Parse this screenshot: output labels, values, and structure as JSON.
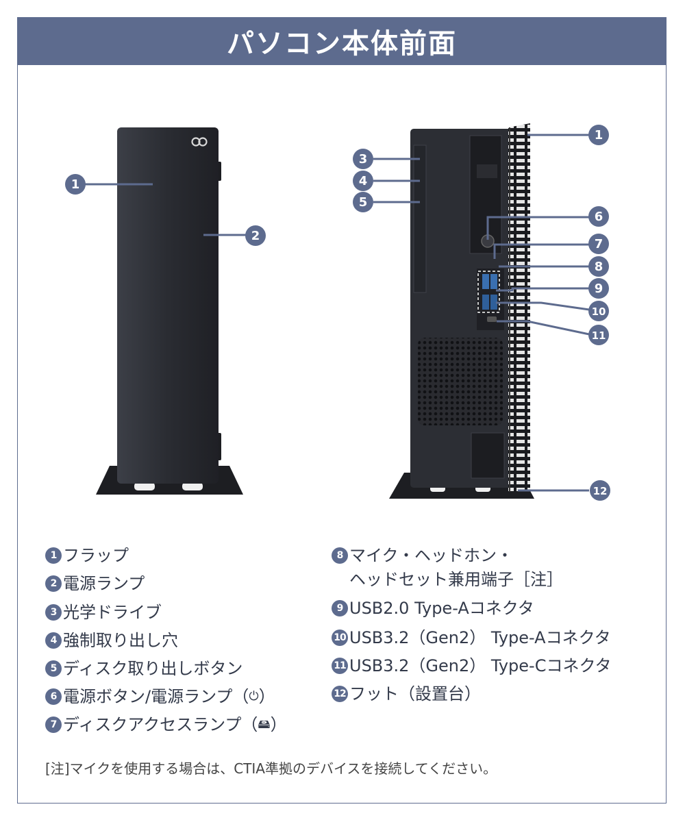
{
  "title": "パソコン本体前面",
  "callouts": {
    "front": [
      "1",
      "2"
    ],
    "side": [
      "3",
      "4",
      "5",
      "6",
      "7",
      "8",
      "9",
      "10",
      "11",
      "12",
      "1"
    ]
  },
  "legend_left": [
    {
      "num": "1",
      "text": "フラップ"
    },
    {
      "num": "2",
      "text": "電源ランプ"
    },
    {
      "num": "3",
      "text": "光学ドライブ"
    },
    {
      "num": "4",
      "text": "強制取り出し穴"
    },
    {
      "num": "5",
      "text": "ディスク取り出しボタン"
    },
    {
      "num": "6",
      "text": "電源ボタン/電源ランプ（",
      "symbol": "⏻",
      "close": "）"
    },
    {
      "num": "7",
      "text": "ディスクアクセスランプ（",
      "symbol": "🖴",
      "close": "）"
    }
  ],
  "legend_right": [
    {
      "num": "8",
      "text": "マイク・ヘッドホン・",
      "cont": "ヘッドセット兼用端子［注］"
    },
    {
      "num": "9",
      "text": "USB2.0 Type-Aコネクタ"
    },
    {
      "num": "10",
      "text": "USB3.2（Gen2） Type-Aコネクタ"
    },
    {
      "num": "11",
      "text": "USB3.2（Gen2） Type-Cコネクタ"
    },
    {
      "num": "12",
      "text": "フット（設置台）"
    }
  ],
  "note": "[注]マイクを使用する場合は、CTIA準拠のデバイスを接続してください。",
  "colors": {
    "accent": "#5d6b8e",
    "case": "#2b2d33"
  }
}
